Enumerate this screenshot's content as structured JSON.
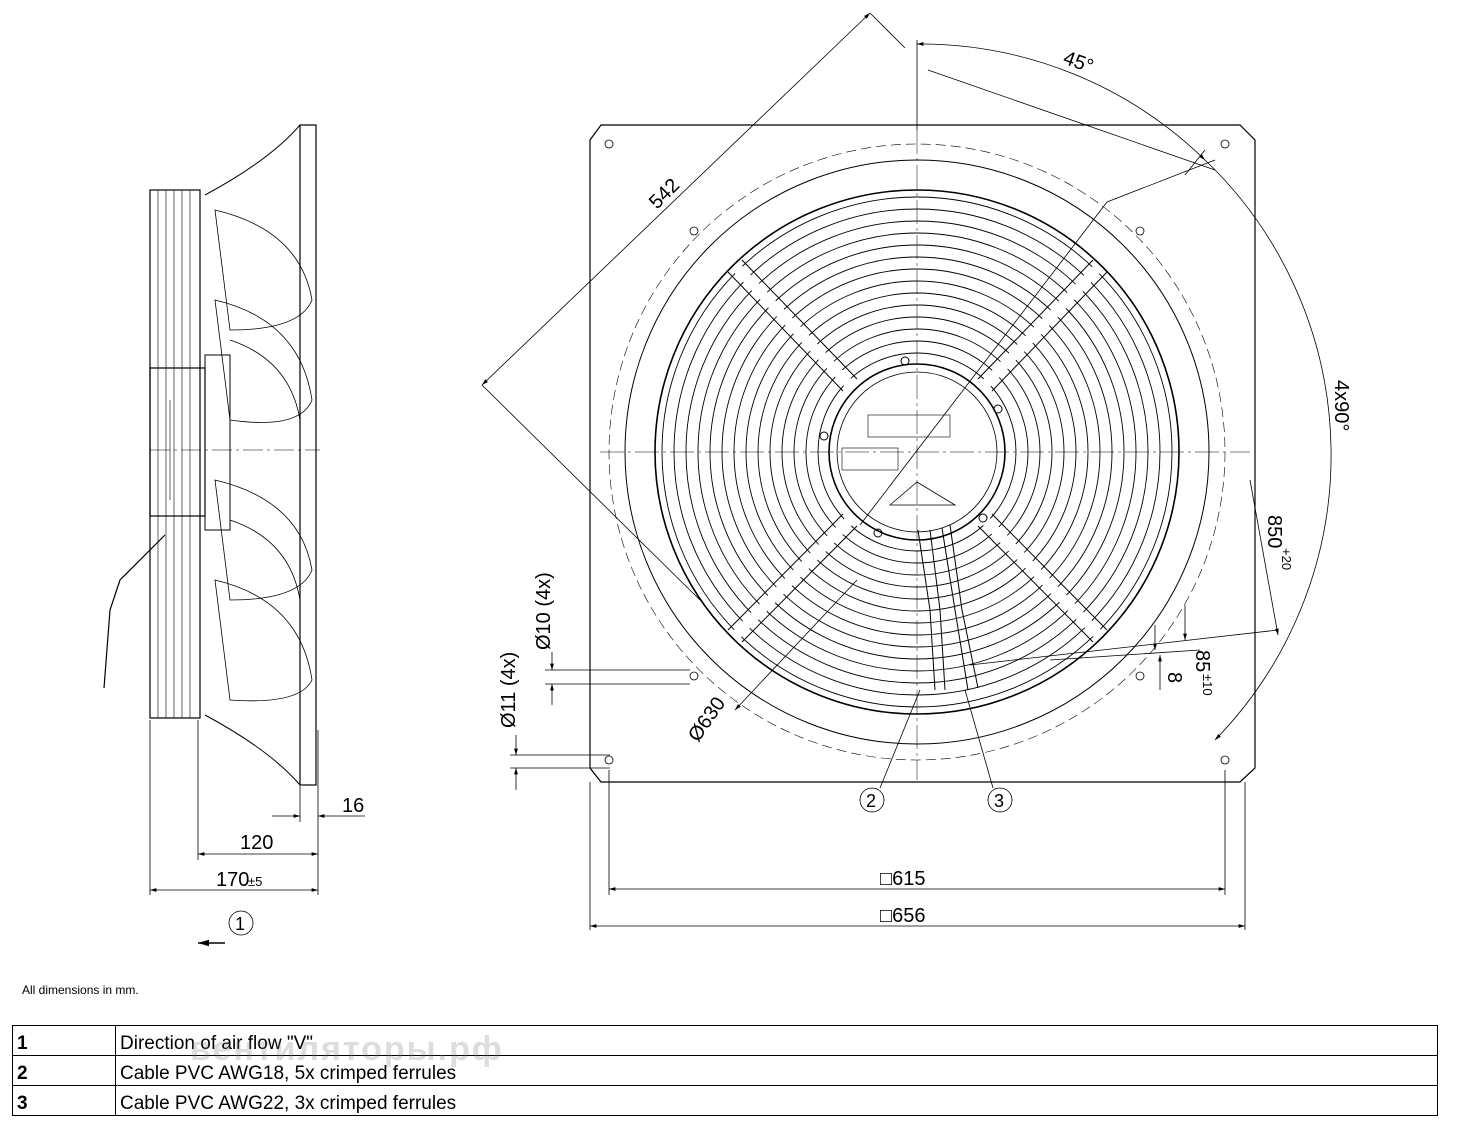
{
  "dimensions": {
    "d16": "16",
    "d120": "120",
    "d170": "170",
    "d170_tol": "±5",
    "d615": "□615",
    "d656": "□656",
    "d542": "542",
    "angle45": "45°",
    "angle4x90": "4x90°",
    "d850": "850",
    "d850_tol": "+20",
    "d85": "85",
    "d85_tol": "±10",
    "d8": "8",
    "d630": "Ø630",
    "hole10": "Ø10 (4x)",
    "hole11": "Ø11 (4x)"
  },
  "callouts": {
    "c1": "1",
    "c2": "2",
    "c3": "3"
  },
  "note": "All dimensions in mm.",
  "legend": [
    {
      "num": "1",
      "text": "Direction of air flow \"V\""
    },
    {
      "num": "2",
      "text": "Cable PVC AWG18, 5x crimped ferrules"
    },
    {
      "num": "3",
      "text": "Cable PVC AWG22, 3x crimped ferrules"
    }
  ],
  "watermark": "вентиляторы.рф"
}
